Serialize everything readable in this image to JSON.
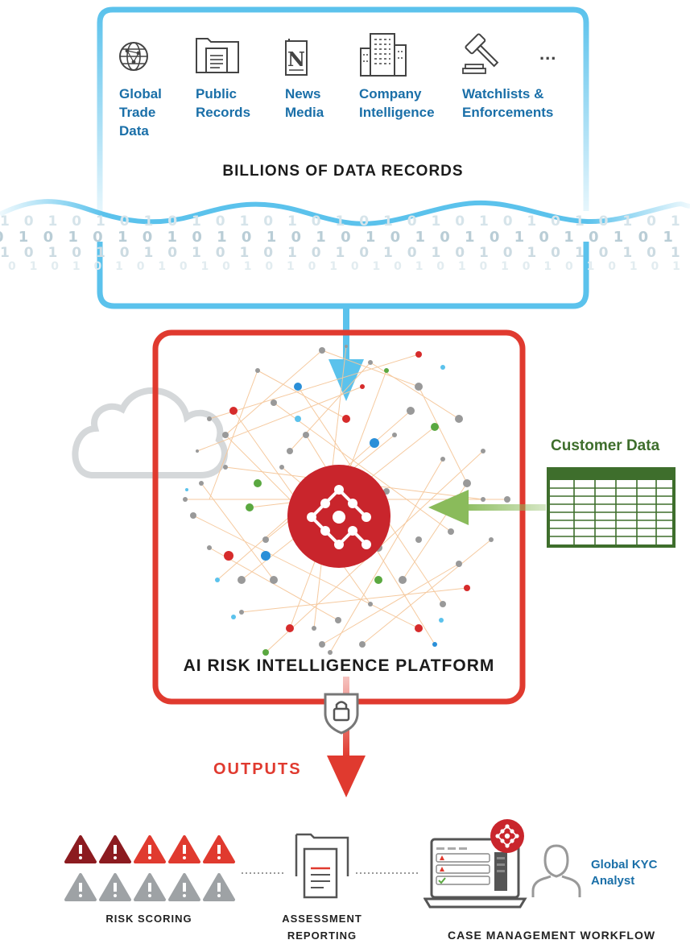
{
  "sources": {
    "items": [
      {
        "icon": "globe-icon",
        "label": [
          "Global",
          "Trade",
          "Data"
        ]
      },
      {
        "icon": "folder-document-icon",
        "label": [
          "Public",
          "Records"
        ]
      },
      {
        "icon": "newspaper-icon",
        "label": [
          "News",
          "Media"
        ]
      },
      {
        "icon": "office-building-icon",
        "label": [
          "Company",
          "Intelligence"
        ]
      },
      {
        "icon": "gavel-icon",
        "label": [
          "Watchlists &",
          "Enforcements"
        ]
      }
    ],
    "more": "...",
    "caption": "BILLIONS OF DATA RECORDS"
  },
  "binary": {
    "row1": "1 0 1 0 1 0 1 0 1 0 1 0 1 0 1 0 1 0 1 0 1 0 1 0 1 0 1 0 1 0 1 0 1 0 1 0 1 0 1 0 1",
    "row2": "0 1 0 1 0 1 0 1 0 1 0 1 0 1 0 1 0 1 0 1 0 1 0 1 0 1 0 1 0 1 0 1 0 1 0 1 0 1 0 1 0",
    "row3": "1 0 1 0 1 0 1 0 1 0 1 0 1 0 1 0 1 0 1 0 1 0 1 0 1 0 1 0 1 0 1 0 1 0 1 0 1 0 1 0 1",
    "row4": "0 1 0 1 0 1 0 1 0 1 0 1 0 1 0 1 0 1 0 1 0 1 0 1 0 1 0 1 0 1 0 1 0 1 0 1 0 1 0 1 0"
  },
  "platform": {
    "caption": "AI RISK INTELLIGENCE PLATFORM"
  },
  "customer": {
    "label": "Customer Data"
  },
  "outputs": {
    "label": "OUTPUTS",
    "risk_scoring": "RISK SCORING",
    "assessment_reporting": [
      "ASSESSMENT",
      "REPORTING"
    ],
    "case_management": "CASE MANAGEMENT WORKFLOW",
    "analyst": [
      "Global KYC",
      "Analyst"
    ]
  },
  "colors": {
    "blue": "#5bc2ec",
    "red": "#d92b2b",
    "green": "#3e6e2c",
    "label_blue": "#1a6fa8",
    "green_arrow": "#8abb5b",
    "orange_line": "#f5c79a"
  }
}
